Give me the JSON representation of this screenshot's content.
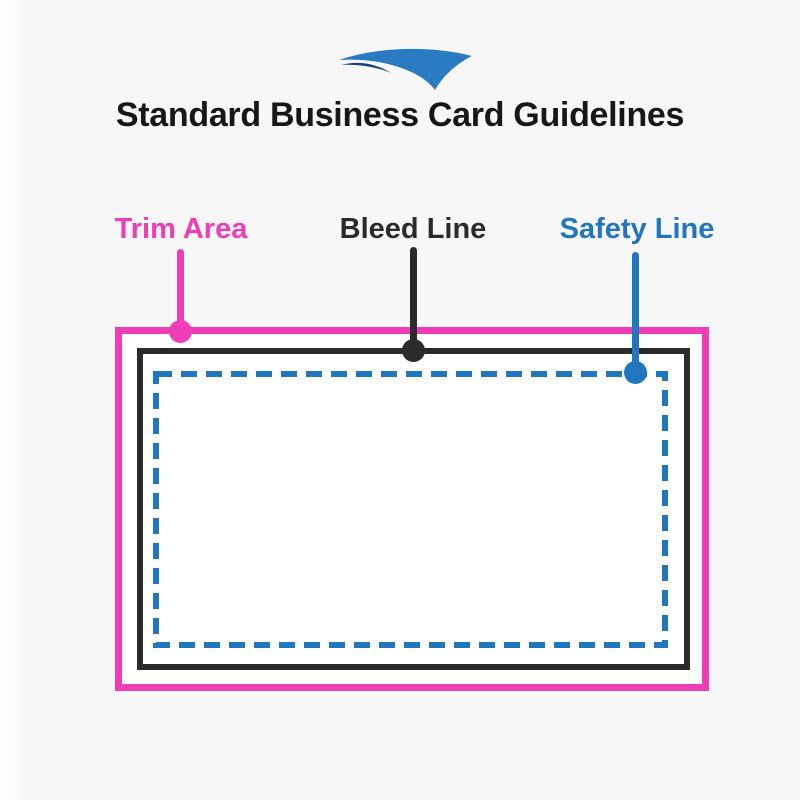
{
  "background_color": "#f7f7f8",
  "logo": {
    "icon": "swoosh-logo-icon",
    "primary_color": "#2b7bc2",
    "shadow_color": "#16417e"
  },
  "title": "Standard Business Card Guidelines",
  "title_color": "#171717",
  "labels": {
    "trim": {
      "text": "Trim Area",
      "color": "#ee3db5"
    },
    "bleed": {
      "text": "Bleed Line",
      "color": "#2b2b2b"
    },
    "safety": {
      "text": "Safety Line",
      "color": "#2177be"
    }
  },
  "diagram": {
    "trim_line_color": "#ee3db5",
    "bleed_line_color": "#2b2b2b",
    "safety_line_color": "#2177be",
    "card_fill": "#ffffff",
    "safety_dash_pattern": "16 9"
  }
}
